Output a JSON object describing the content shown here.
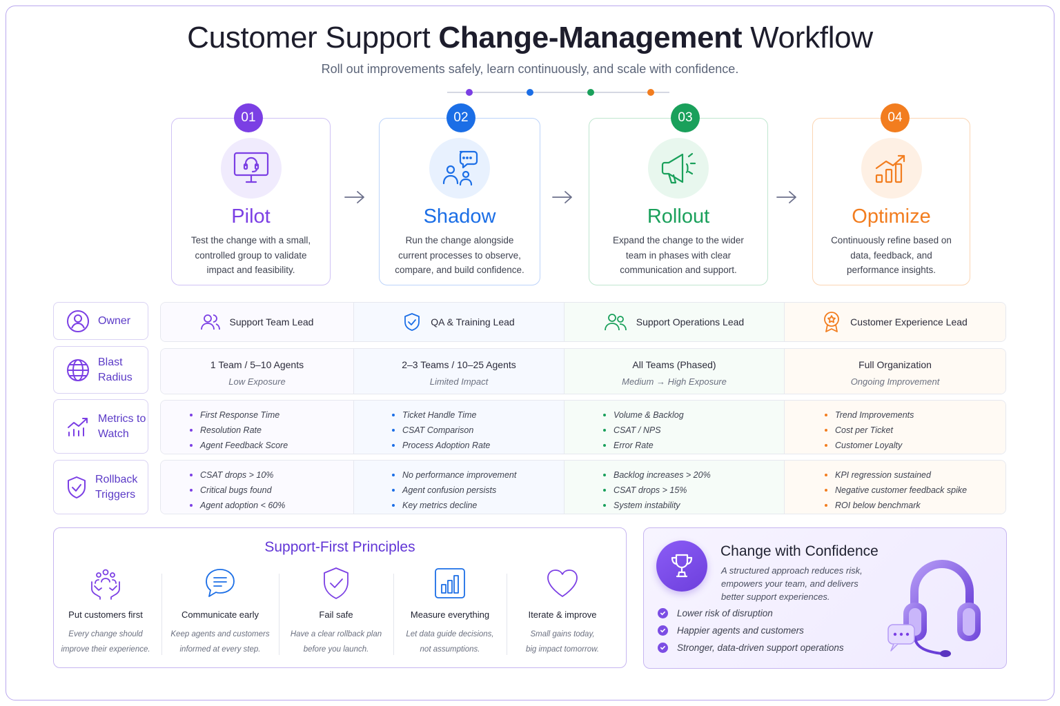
{
  "header": {
    "title_light_1": "Customer Support ",
    "title_bold": "Change-Management",
    "title_light_2": " Workflow",
    "subtitle": "Roll out improvements safely, learn continuously, and scale with confidence."
  },
  "colors": {
    "purple": "#7b3fe4",
    "blue": "#1b6ee6",
    "green": "#1aa05b",
    "orange": "#f27d1f",
    "border": "#b9a7ee"
  },
  "steps": [
    {
      "number": "01",
      "title": "Pilot",
      "icon": "monitor-headset-icon",
      "description": "Test the change with a small, controlled group to validate impact and feasibility."
    },
    {
      "number": "02",
      "title": "Shadow",
      "icon": "people-chat-icon",
      "description": "Run the change alongside current processes to observe, compare, and build confidence."
    },
    {
      "number": "03",
      "title": "Rollout",
      "icon": "megaphone-icon",
      "description": "Expand the change to the wider team in phases with clear communication and support."
    },
    {
      "number": "04",
      "title": "Optimize",
      "icon": "growth-chart-icon",
      "description": "Continuously refine based on data, feedback, and performance insights."
    }
  ],
  "rows": {
    "owner": {
      "label": "Owner",
      "values": [
        "Support Team Lead",
        "QA & Training Lead",
        "Support Operations Lead",
        "Customer Experience Lead"
      ]
    },
    "blast_radius": {
      "label_1": "Blast",
      "label_2": "Radius",
      "values": [
        {
          "main": "1 Team / 5–10 Agents",
          "sub": "Low Exposure"
        },
        {
          "main": "2–3 Teams / 10–25 Agents",
          "sub": "Limited Impact"
        },
        {
          "main": "All Teams (Phased)",
          "sub": "Medium → High Exposure"
        },
        {
          "main": "Full Organization",
          "sub": "Ongoing Improvement"
        }
      ]
    },
    "metrics": {
      "label_1": "Metrics to",
      "label_2": "Watch",
      "values": [
        [
          "First Response Time",
          "Resolution Rate",
          "Agent Feedback Score"
        ],
        [
          "Ticket Handle Time",
          "CSAT Comparison",
          "Process Adoption Rate"
        ],
        [
          "Volume & Backlog",
          "CSAT / NPS",
          "Error Rate"
        ],
        [
          "Trend Improvements",
          "Cost per Ticket",
          "Customer Loyalty"
        ]
      ]
    },
    "rollback": {
      "label_1": "Rollback",
      "label_2": "Triggers",
      "values": [
        [
          "CSAT drops > 10%",
          "Critical bugs found",
          "Agent adoption < 60%"
        ],
        [
          "No performance improvement",
          "Agent confusion persists",
          "Key metrics decline"
        ],
        [
          "Backlog increases > 20%",
          "CSAT drops > 15%",
          "System instability"
        ],
        [
          "KPI regression sustained",
          "Negative customer feedback spike",
          "ROI below benchmark"
        ]
      ]
    }
  },
  "principles": {
    "title": "Support-First Principles",
    "items": [
      {
        "name": "Put customers first",
        "desc_1": "Every change should",
        "desc_2": "improve their experience."
      },
      {
        "name": "Communicate early",
        "desc_1": "Keep agents and customers",
        "desc_2": "informed at every step."
      },
      {
        "name": "Fail safe",
        "desc_1": "Have a clear rollback plan",
        "desc_2": "before you launch."
      },
      {
        "name": "Measure everything",
        "desc_1": "Let data guide decisions,",
        "desc_2": "not assumptions."
      },
      {
        "name": "Iterate & improve",
        "desc_1": "Small gains today,",
        "desc_2": "big impact tomorrow."
      }
    ]
  },
  "confidence": {
    "title": "Change with Confidence",
    "description": "A structured approach reduces risk, empowers your team, and delivers better support experiences.",
    "checks": [
      "Lower risk of disruption",
      "Happier agents and customers",
      "Stronger, data-driven support operations"
    ]
  }
}
